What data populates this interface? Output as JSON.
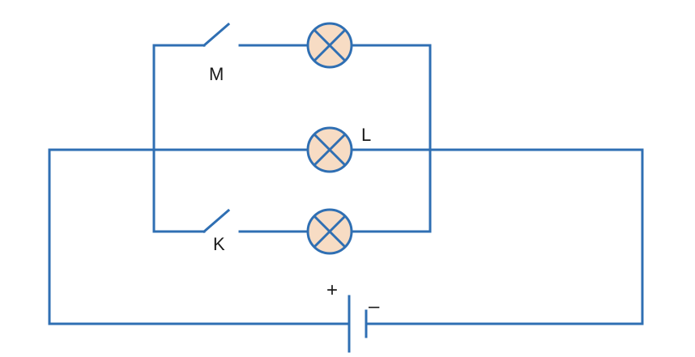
{
  "diagram": {
    "labels": {
      "switch_top": "M",
      "lamp_middle": "L",
      "switch_bottom": "K",
      "battery_positive": "+",
      "battery_negative": "–"
    },
    "components": [
      {
        "id": "switch-m",
        "type": "switch",
        "state": "open",
        "label": "M"
      },
      {
        "id": "lamp-top",
        "type": "lamp"
      },
      {
        "id": "lamp-l",
        "type": "lamp",
        "label": "L"
      },
      {
        "id": "switch-k",
        "type": "switch",
        "state": "open",
        "label": "K"
      },
      {
        "id": "lamp-bottom",
        "type": "lamp"
      },
      {
        "id": "battery",
        "type": "battery"
      }
    ],
    "colors": {
      "wire": "#2f6fb3",
      "lamp_fill": "#f7dcc4",
      "text": "#1a1a1a",
      "background": "#ffffff"
    }
  }
}
